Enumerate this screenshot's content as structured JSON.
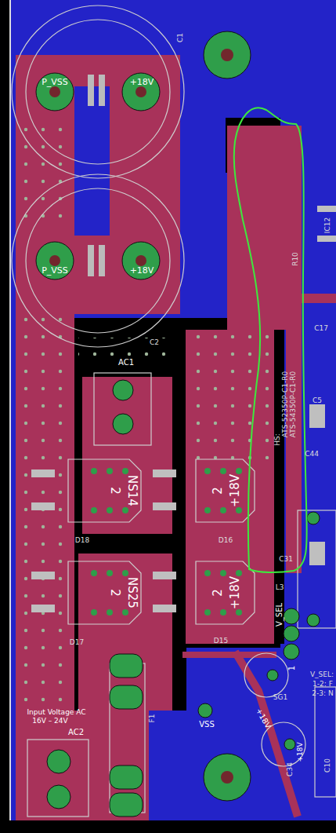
{
  "diagram": {
    "labels": [
      "C1",
      "P_VSS",
      "+18V",
      "P_VSS",
      "+18V",
      "C2",
      "AC1",
      "NS14",
      "2",
      "+18V",
      "2",
      "D18",
      "D16",
      "NS25",
      "2",
      "+18V",
      "2",
      "D17",
      "D15",
      "F1",
      "Input Voltage AC",
      "16V – 24V",
      "AC2",
      "VSS",
      "SG1",
      "+18V",
      "V_SEL",
      "1",
      "V_SEL:",
      "1-2: F",
      "2-3: N",
      "C34",
      "+18V",
      "C10",
      "HS:",
      "ATS-52350P-C1-R0",
      "ATS-54350P-C1-R0",
      "IC12",
      "R10",
      "C17",
      "C5",
      "C44",
      "C31",
      "L3"
    ]
  }
}
